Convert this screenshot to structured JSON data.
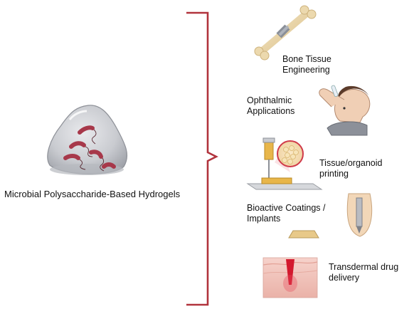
{
  "main": {
    "title": "Microbial Polysaccharide-Based Hydrogels"
  },
  "applications": [
    {
      "id": "bone",
      "icon": "bone-icon",
      "lines": [
        "Bone Tissue",
        "Engineering"
      ]
    },
    {
      "id": "ophthalmic",
      "icon": "eye-drop-person-icon",
      "lines": [
        "Ophthalmic",
        "Applications"
      ]
    },
    {
      "id": "printing",
      "icon": "bioprinter-icon",
      "lines": [
        "Tissue/organoid",
        "printing"
      ]
    },
    {
      "id": "coatings",
      "icon": "implant-icon",
      "lines": [
        "Bioactive Coatings /",
        "Implants"
      ]
    },
    {
      "id": "transdermal",
      "icon": "skin-wound-icon",
      "lines": [
        "Transdermal drug",
        "delivery"
      ]
    }
  ],
  "colors": {
    "bracket": "#b1333d",
    "bacteria": "#a7384a",
    "gel": "#c9cbd0",
    "bone": "#ecd9ae",
    "printer_yellow": "#e8b64a",
    "skin": "#f3c9c2",
    "blood": "#d3192e"
  }
}
